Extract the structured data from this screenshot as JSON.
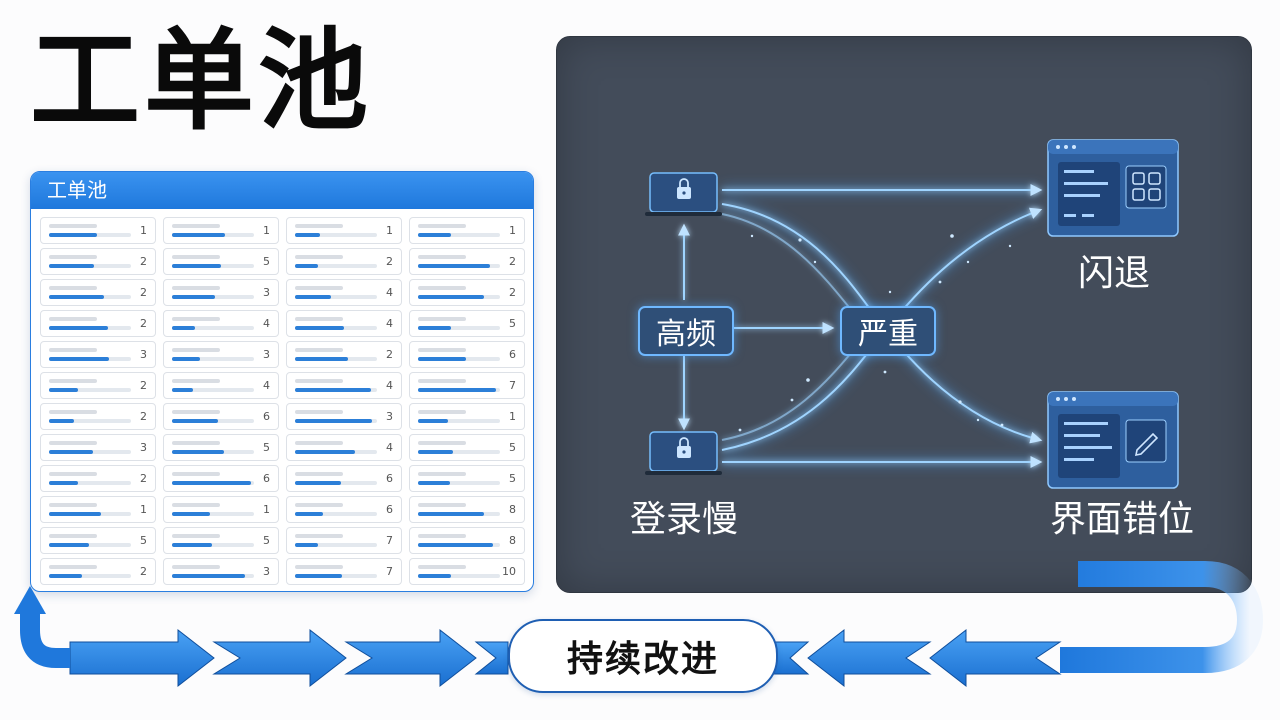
{
  "title": "工单池",
  "pool": {
    "window_title": "工单池",
    "cells": [
      [
        1,
        1,
        1,
        1
      ],
      [
        2,
        5,
        2,
        2
      ],
      [
        2,
        3,
        4,
        2
      ],
      [
        2,
        4,
        4,
        5
      ],
      [
        3,
        3,
        2,
        6
      ],
      [
        2,
        4,
        4,
        7
      ],
      [
        2,
        6,
        3,
        1
      ],
      [
        3,
        5,
        4,
        5
      ],
      [
        2,
        6,
        6,
        5
      ],
      [
        1,
        1,
        6,
        8
      ],
      [
        5,
        5,
        7,
        8
      ],
      [
        2,
        3,
        7,
        10
      ]
    ]
  },
  "diagram": {
    "high_freq": "高频",
    "login_slow": "登录慢",
    "severe": "严重",
    "crash": "闪退",
    "ui_misalign": "界面错位"
  },
  "loop_label": "持续改进",
  "colors": {
    "accent_blue": "#2a7ee0",
    "glow_blue": "#5fb4ff",
    "panel_bg": "#434c5a",
    "arrow_blue": "#1f78dc"
  }
}
